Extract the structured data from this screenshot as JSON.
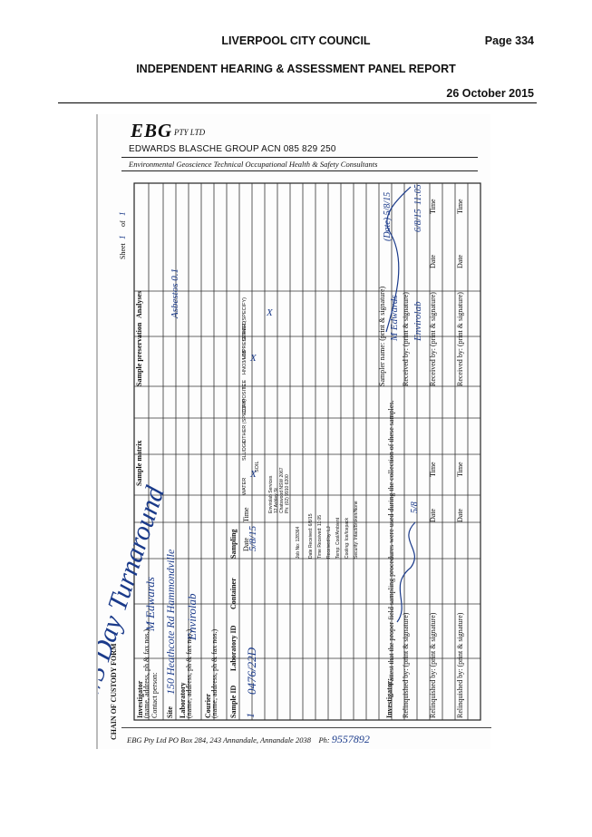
{
  "header": {
    "council": "LIVERPOOL CITY COUNCIL",
    "page": "Page 334",
    "panel": "INDEPENDENT HEARING & ASSESSMENT PANEL REPORT",
    "date": "26 October 2015"
  },
  "scan": {
    "logo": "EBG",
    "logo_suffix": "PTY LTD",
    "company": "EDWARDS BLASCHE GROUP ACN 085 829 250",
    "disciplines": "Environmental  Geoscience  Technical  Occupational Health & Safety  Consultants",
    "footer": "EBG Pty Ltd   PO Box 284, 243 Annandale, Annandale 2038",
    "footer_ph_label": "Ph:",
    "footer_ph_value": "9557892",
    "form_title": "CHAIN OF CUSTODY FORM",
    "sheet_label": "Sheet",
    "sheet_of": "of",
    "sheet_num": "1",
    "sheet_total": "1",
    "turnaround_note": "#3 Day Turnaround",
    "investigator_label": "Investigator",
    "investigator_sub": "(name, address, ph & fax nos.)",
    "contact_label": "Contact person:",
    "investigator_value": "M Edwards",
    "site_label": "Site",
    "site_value": "150 Heathcote Rd Hammondville",
    "laboratory_label": "Laboratory",
    "laboratory_sub": "(name, address, ph & fax nos.)",
    "laboratory_value": "Envirolab",
    "courier_label": "Courier",
    "courier_sub": "(name, address, ph & fax nos.)",
    "sample_id_label": "Sample ID",
    "lab_id_label": "Laboratory ID",
    "container_label": "Container",
    "sampling_label": "Sampling",
    "date_label": "Date",
    "time_label": "Time",
    "sample_id_value": "0476/22D",
    "sample_number_value": "1",
    "sampling_date_value": "5/8/15",
    "sample_matrix_label": "Sample matrix",
    "matrix_cols": [
      "WATER",
      "SOIL",
      "SLUDGE",
      "OTHER (SPECIFY)",
      "COMPOSITE"
    ],
    "sample_pres_label": "Sample preservation",
    "pres_cols": [
      "ICE",
      "HNO3/H2S",
      "UNPRESERVED",
      "OTHER (SPECIFY)"
    ],
    "analyses_label": "Analyses",
    "analysis_value": "Asbestos 0.1",
    "mark": "X",
    "attest_label": "Investigator:",
    "attest_text": "I attest that the proper field sampling procedures were used during the collection of these samples.",
    "sampler_label": "Sampler name: (print & signature)",
    "sampler_value": "M Edwards",
    "date_handwritten": "(Date) 5/8/15",
    "relinq_label": "Relinquished by: (print & signature)",
    "received_label": "Received by: (print & signature)",
    "received_value": "Envirolab",
    "received_date": "6/8/15",
    "received_time": "11:05",
    "relinq_date": "5/8",
    "stamp_lines": [
      "Envirolab Services",
      "12 Ashley St",
      "Chatswood NSW 2067",
      "Ph: (02) 9910 6200",
      "Job No: 128364",
      "Date Received: 6/8/15",
      "Time Received: 11:05",
      "Received by: LJ",
      "Temp: Cool/Ambient",
      "Cooling: Ice/Icepack",
      "Security: Intact/Broken/None"
    ]
  }
}
